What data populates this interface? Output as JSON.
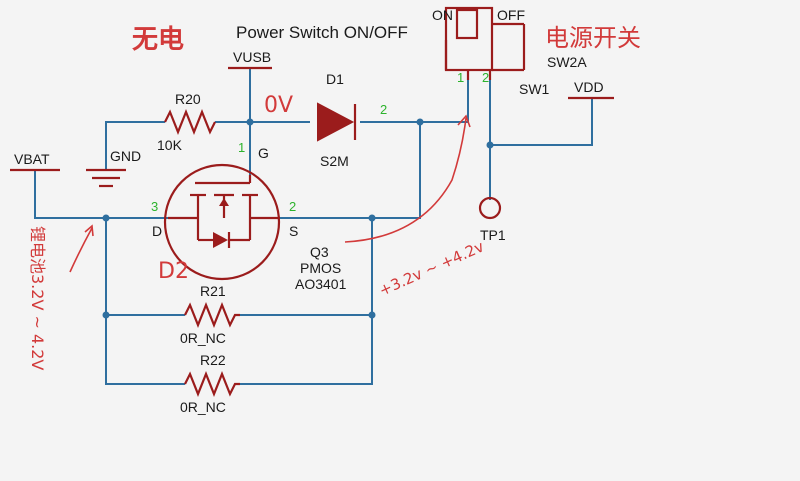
{
  "title": "Power Switch ON/OFF",
  "annotations": {
    "no_power": "无电",
    "power_switch_cn": "电源开关",
    "zero_volt": "0V",
    "d2_label": "D2",
    "battery_range_cn": "锂电池3.2V ~ 4.2V",
    "out_range": "+3.2v ~ +4.2v"
  },
  "nets": {
    "vusb": "VUSB",
    "vbat": "VBAT",
    "vdd": "VDD",
    "gnd": "GND"
  },
  "components": {
    "r20": {
      "ref": "R20",
      "value": "10K"
    },
    "d1": {
      "ref": "D1",
      "value": "S2M",
      "pin2": "2"
    },
    "q3": {
      "ref": "Q3",
      "type": "PMOS",
      "part": "AO3401",
      "pin_g": "1",
      "pin_g_label": "G",
      "pin_d": "3",
      "pin_d_label": "D",
      "pin_s": "2",
      "pin_s_label": "S"
    },
    "r21": {
      "ref": "R21",
      "value": "0R_NC"
    },
    "r22": {
      "ref": "R22",
      "value": "0R_NC"
    },
    "sw": {
      "ref_a": "SW2A",
      "ref": "SW1",
      "on": "ON",
      "off": "OFF",
      "pin1": "1",
      "pin2": "2"
    },
    "tp1": {
      "ref": "TP1"
    }
  }
}
